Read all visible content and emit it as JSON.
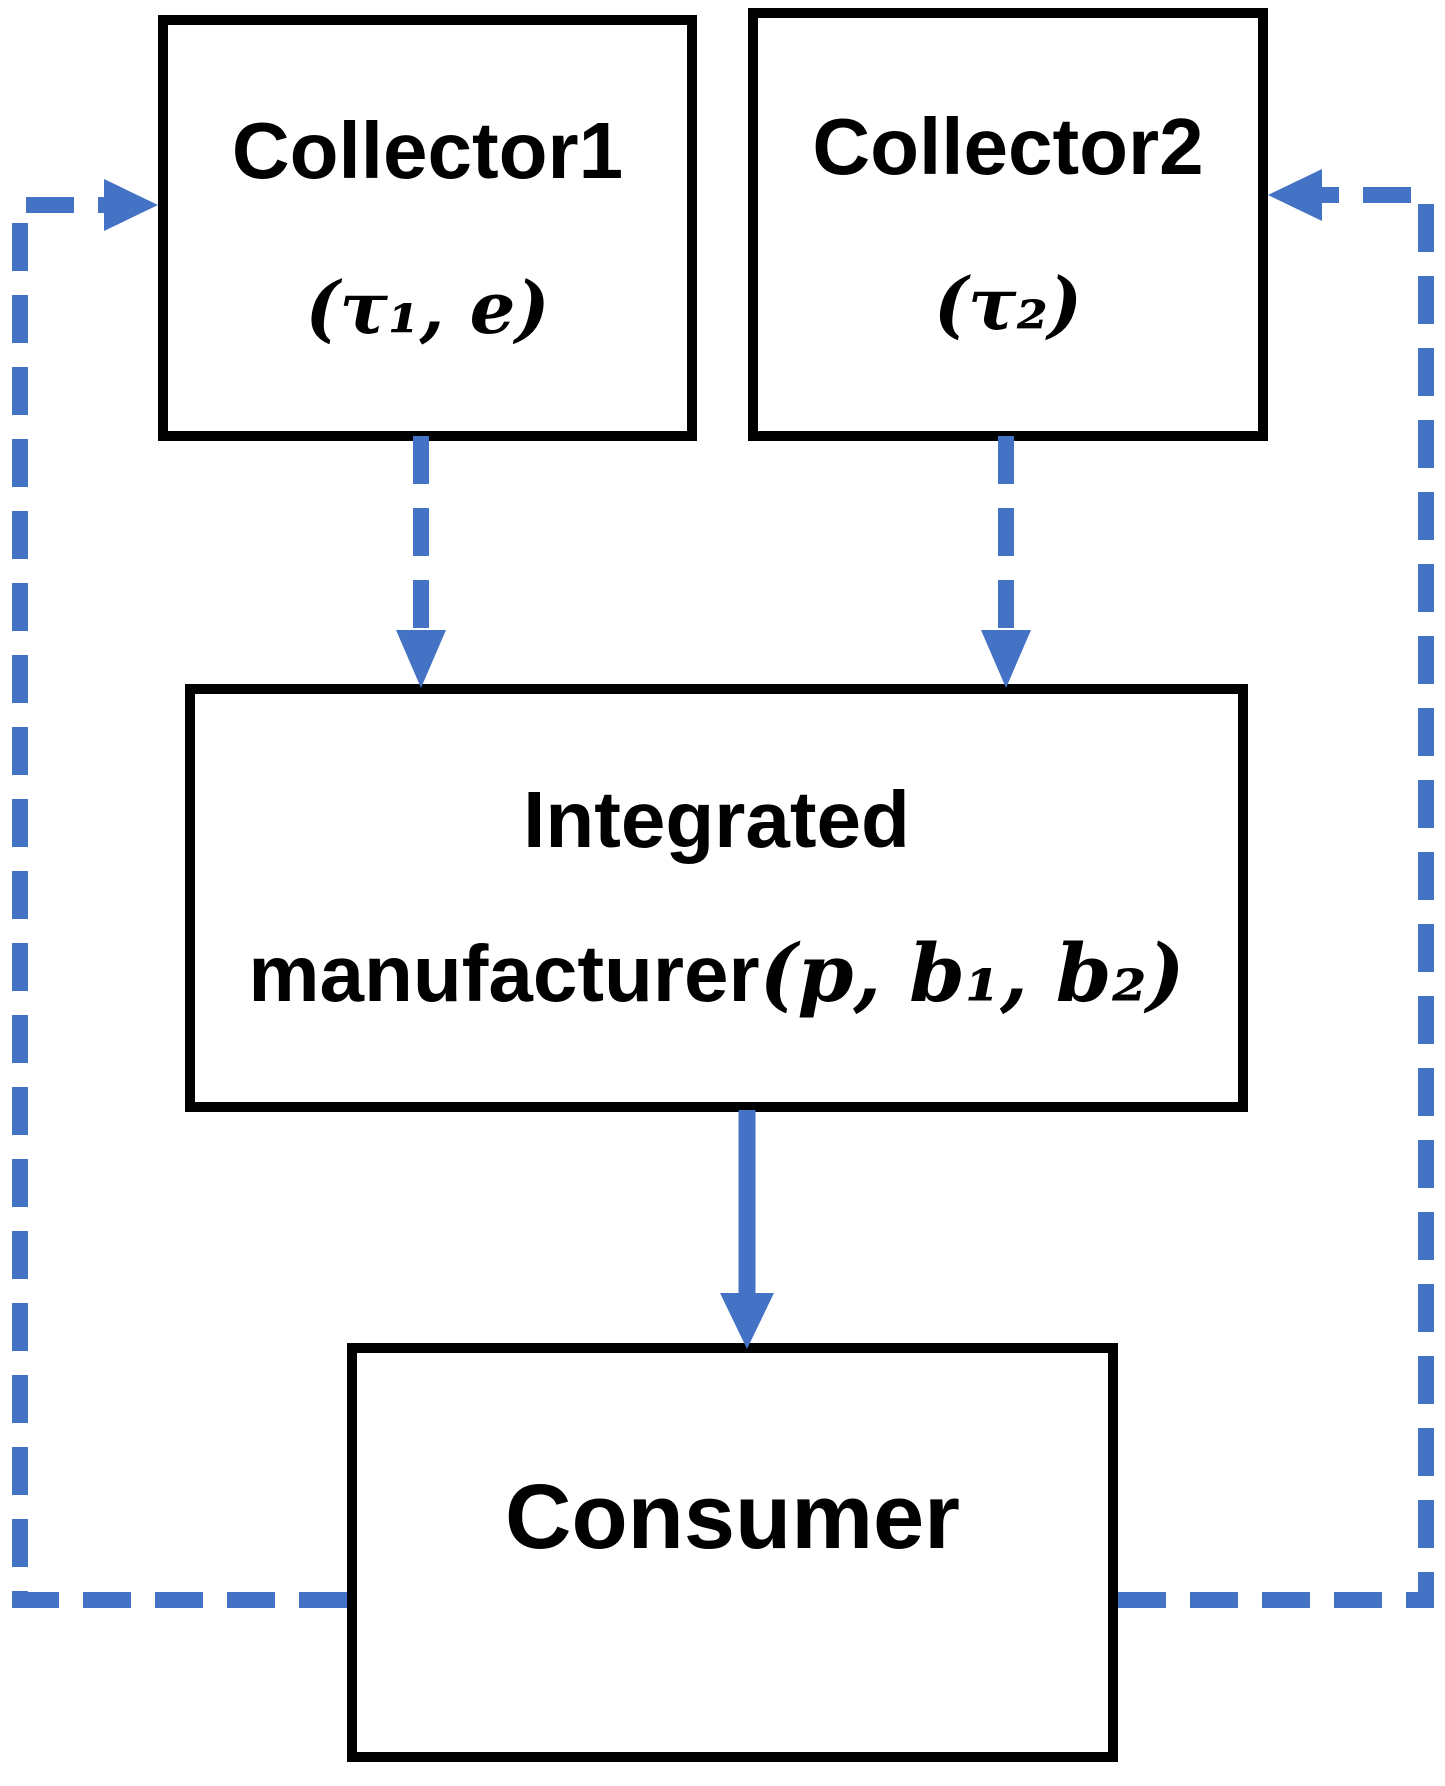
{
  "diagram": {
    "nodes": {
      "collector1": {
        "label": "Collector1",
        "params": "(τ₁, e)"
      },
      "collector2": {
        "label": "Collector2",
        "params": "(τ₂)"
      },
      "manufacturer": {
        "line1": "Integrated",
        "line2_text": "manufacturer",
        "line2_math": "(p, b₁, b₂)"
      },
      "consumer": {
        "label": "Consumer"
      }
    },
    "edges": [
      {
        "from": "Collector1",
        "to": "Integrated manufacturer",
        "style": "dashed",
        "direction": "down"
      },
      {
        "from": "Collector2",
        "to": "Integrated manufacturer",
        "style": "dashed",
        "direction": "down"
      },
      {
        "from": "Integrated manufacturer",
        "to": "Consumer",
        "style": "solid",
        "direction": "down"
      },
      {
        "from": "Consumer",
        "to": "Collector1",
        "style": "dashed",
        "direction": "left-up-loop"
      },
      {
        "from": "Consumer",
        "to": "Collector2",
        "style": "dashed",
        "direction": "right-up-loop"
      }
    ],
    "colors": {
      "arrow_blue": "#4472C4",
      "box_border": "#000000",
      "box_fill": "#FFFFFF"
    }
  }
}
